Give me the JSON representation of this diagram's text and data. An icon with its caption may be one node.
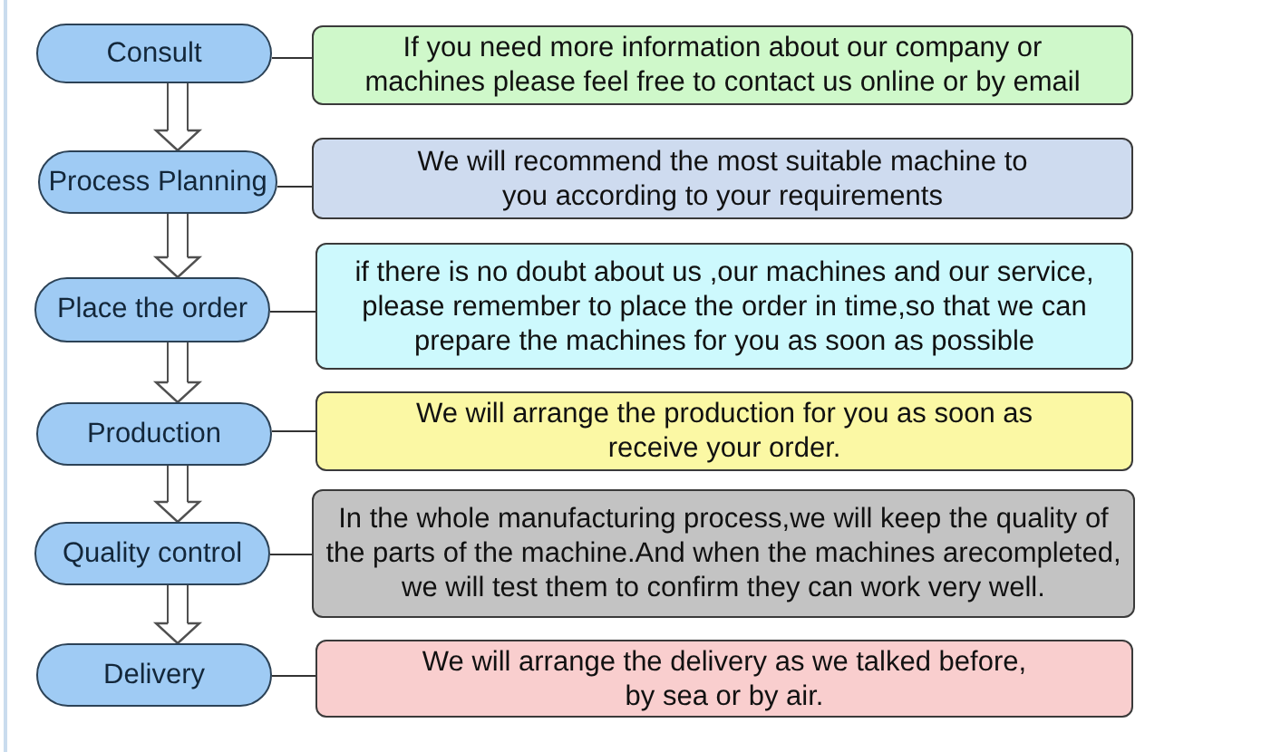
{
  "diagram": {
    "nodes": [
      {
        "text": [
          "Consult"
        ]
      },
      {
        "text": [
          "If you need more information about our company or machines please feel free to contact us online or by email"
        ]
      },
      {
        "text": [
          "Process Planning"
        ]
      },
      {
        "text": [
          "We will recommend the most suitable machine to you according to your requirements"
        ]
      },
      {
        "text": [
          "Place the order"
        ]
      },
      {
        "text": [
          "if there is no doubt about us ,our machines and our service, please remember to place the order in time,so that we can prepare the machines for you as soon as possible"
        ]
      },
      {
        "text": [
          "Production"
        ]
      },
      {
        "text": [
          "We will arrange the production for you as soon as receive your order."
        ]
      },
      {
        "text": [
          "Quality control"
        ]
      },
      {
        "text": [
          "In the whole manufacturing process,we will keep the quality of the parts of the machine.And when the machines arecompleted, we will test them to confirm they can work very well."
        ]
      },
      {
        "text": [
          "Delivery"
        ]
      },
      {
        "text": [
          "We will arrange the delivery as we talked before, by sea or by air."
        ]
      }
    ],
    "edges": [
      {
        "from": 0,
        "to": 1,
        "arrow": "none"
      },
      {
        "from": 0,
        "to": 2,
        "arrow": "to",
        "style": "thick"
      },
      {
        "from": 2,
        "to": 3,
        "arrow": "none"
      },
      {
        "from": 2,
        "to": 4,
        "arrow": "to",
        "style": "thick"
      },
      {
        "from": 4,
        "to": 5,
        "arrow": "none"
      },
      {
        "from": 4,
        "to": 6,
        "arrow": "to",
        "style": "thick"
      },
      {
        "from": 6,
        "to": 7,
        "arrow": "none"
      },
      {
        "from": 6,
        "to": 8,
        "arrow": "to",
        "style": "thick"
      },
      {
        "from": 8,
        "to": 9,
        "arrow": "none"
      },
      {
        "from": 8,
        "to": 10,
        "arrow": "to",
        "style": "thick"
      },
      {
        "from": 10,
        "to": 11,
        "arrow": "none"
      }
    ]
  }
}
